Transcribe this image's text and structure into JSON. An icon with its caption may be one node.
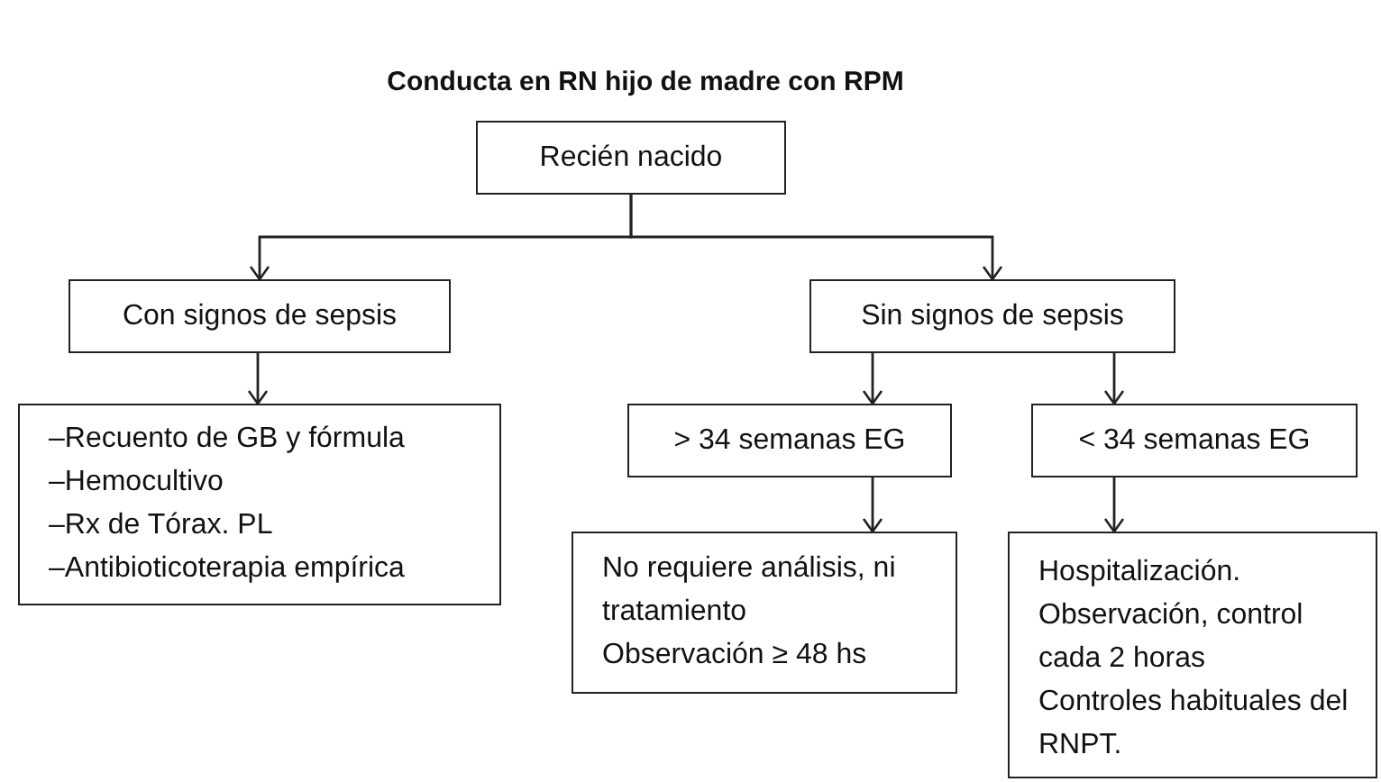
{
  "diagram": {
    "title": "Conducta en RN hijo de madre con RPM",
    "nodes": [
      {
        "text": [
          "Recién nacido"
        ]
      },
      {
        "text": [
          "Con signos de sepsis"
        ]
      },
      {
        "text": [
          "Sin signos de sepsis"
        ]
      },
      {
        "text": [
          "–Recuento de GB y fórmula",
          "–Hemocultivo",
          "–Rx de Tórax. PL",
          "–Antibioticoterapia empírica"
        ]
      },
      {
        "text": [
          "> 34 semanas EG"
        ]
      },
      {
        "text": [
          "< 34 semanas EG"
        ]
      },
      {
        "text": [
          "No requiere análisis, ni tratamiento",
          "Observación ≥ 48 hs"
        ]
      },
      {
        "text": [
          "Hospitalización.",
          "Observación, control cada 2 horas",
          "Controles habituales del RNPT."
        ]
      }
    ],
    "edges": [
      {
        "from": 0,
        "to": 1,
        "arrow": "to"
      },
      {
        "from": 0,
        "to": 2,
        "arrow": "to"
      },
      {
        "from": 1,
        "to": 3,
        "arrow": "to"
      },
      {
        "from": 2,
        "to": 4,
        "arrow": "to"
      },
      {
        "from": 2,
        "to": 5,
        "arrow": "to"
      },
      {
        "from": 4,
        "to": 6,
        "arrow": "to"
      },
      {
        "from": 5,
        "to": 7,
        "arrow": "to"
      }
    ]
  }
}
